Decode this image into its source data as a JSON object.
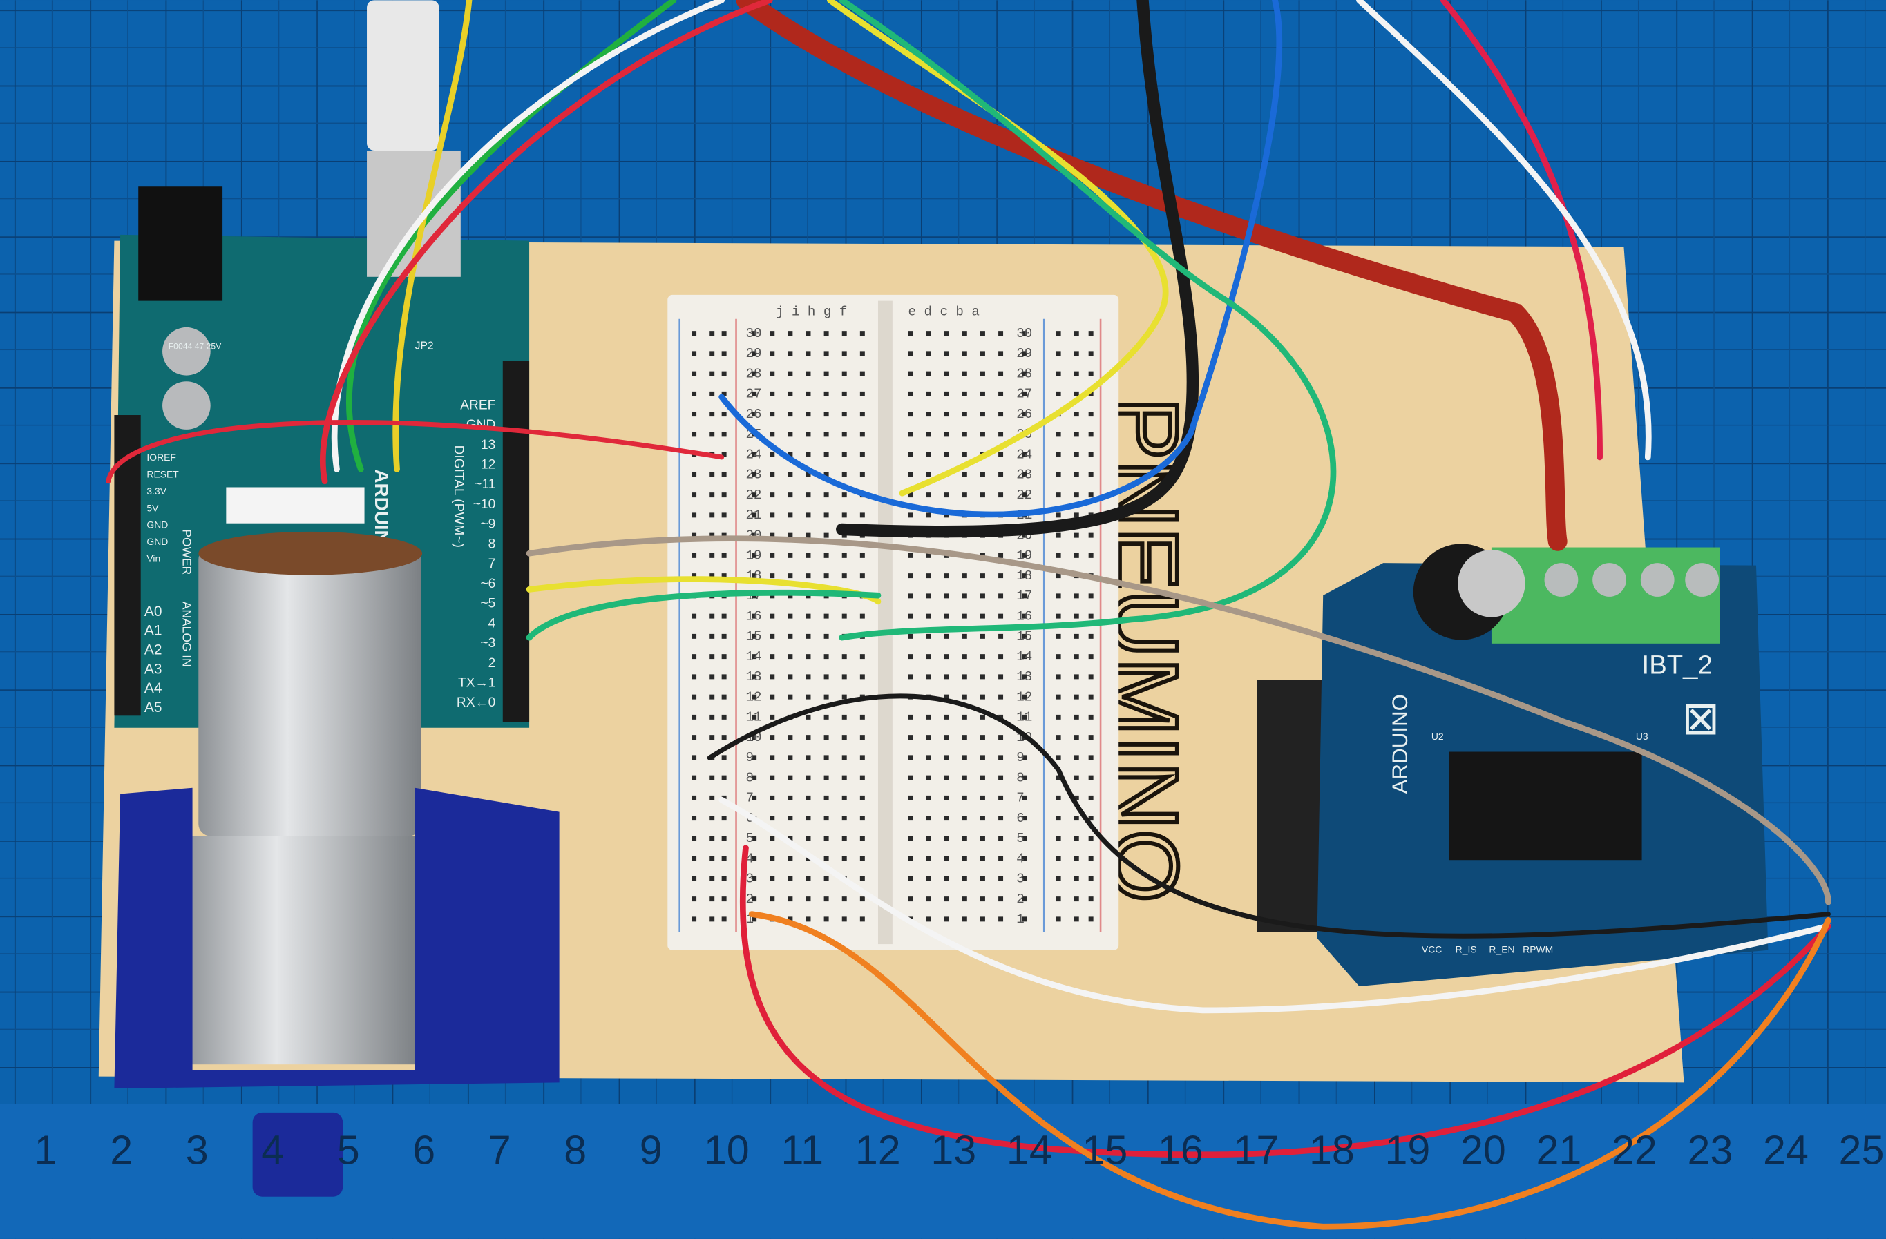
{
  "scene": {
    "ruler_numbers": [
      "1",
      "2",
      "3",
      "4",
      "5",
      "6",
      "7",
      "8",
      "9",
      "10",
      "11",
      "12",
      "13",
      "14",
      "15",
      "16",
      "17",
      "18",
      "19",
      "20",
      "21",
      "22",
      "23",
      "24",
      "25"
    ],
    "board_handwriting": "PNEUMINO"
  },
  "arduino": {
    "logo_text": "ARDUINO",
    "digital_header": "DIGITAL (PWM~)",
    "digital_pins": [
      "AREF",
      "GND",
      "13",
      "12",
      "~11",
      "~10",
      "~9",
      "8",
      "7",
      "~6",
      "~5",
      "4",
      "~3",
      "2",
      "TX→1",
      "RX←0"
    ],
    "power_pins": [
      "IOREF",
      "RESET",
      "3.3V",
      "5V",
      "GND",
      "GND",
      "Vin"
    ],
    "power_label": "POWER",
    "analog_label": "ANALOG IN",
    "analog_pins": [
      "A0",
      "A1",
      "A2",
      "A3",
      "A4",
      "A5"
    ],
    "capacitor_text": "F0044 47 25V",
    "jumper_label": "JP2"
  },
  "breadboard": {
    "columns_left": "j i h g f",
    "columns_right": "e d c b a",
    "rows": [
      "30",
      "29",
      "28",
      "27",
      "26",
      "25",
      "24",
      "23",
      "22",
      "21",
      "20",
      "19",
      "18",
      "17",
      "16",
      "15",
      "14",
      "13",
      "12",
      "11",
      "10",
      "9",
      "8",
      "7",
      "6",
      "5",
      "4",
      "3",
      "2",
      "1"
    ]
  },
  "driver": {
    "title": "IBT_2",
    "logo_text": "ARDUINO",
    "chip_labels": [
      "U2",
      "U3"
    ],
    "pin_labels": [
      "VCC",
      "R_IS",
      "R_EN",
      "RPWM"
    ]
  },
  "colors": {
    "mat": "#0a5fa8",
    "wood": "#ecd2a0",
    "arduino": "#0f6b70",
    "driver": "#0e4a78",
    "mount": "#1b2a9a",
    "terminal": "#4cb860"
  }
}
